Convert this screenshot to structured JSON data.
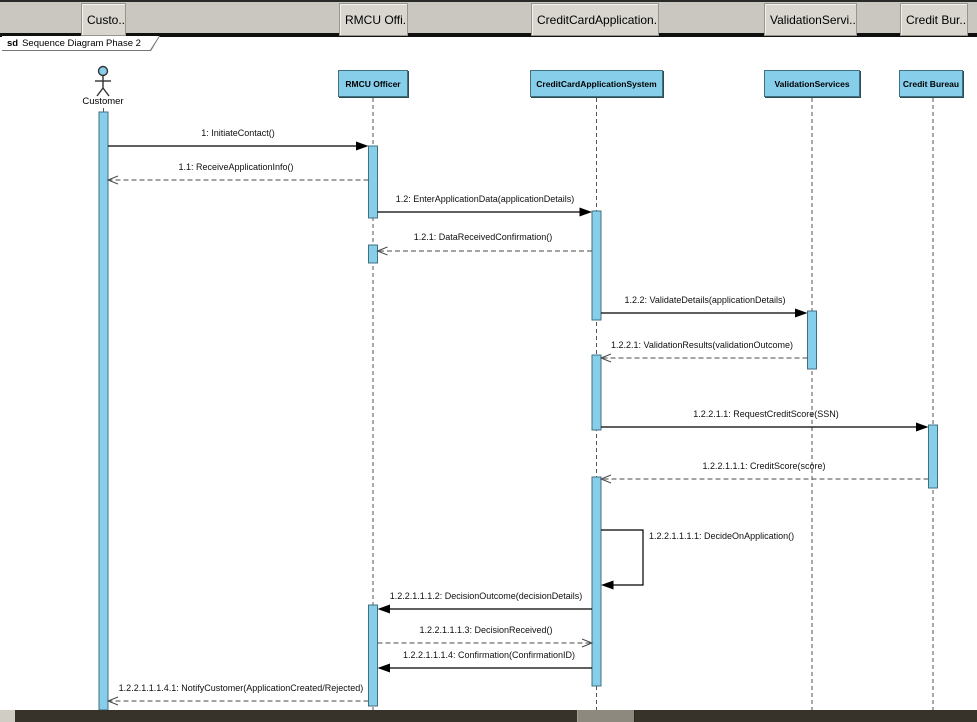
{
  "window": {
    "tabs": [
      {
        "label": "Custo..."
      },
      {
        "label": "RMCU Offi..."
      },
      {
        "label": "CreditCardApplication..."
      },
      {
        "label": "ValidationServi..."
      },
      {
        "label": "Credit Bur..."
      }
    ]
  },
  "frame": {
    "keyword": "sd",
    "title": "Sequence Diagram Phase 2"
  },
  "lifelines": [
    {
      "name": "Customer",
      "type": "actor"
    },
    {
      "name": "RMCU Officer",
      "type": "object"
    },
    {
      "name": "CreditCardApplicationSystem",
      "type": "object"
    },
    {
      "name": "ValidationServices",
      "type": "object"
    },
    {
      "name": "Credit Bureau",
      "type": "object"
    }
  ],
  "messages": [
    {
      "label": "1: InitiateContact()",
      "from": "Customer",
      "to": "RMCU Officer",
      "kind": "sync"
    },
    {
      "label": "1.1: ReceiveApplicationInfo()",
      "from": "RMCU Officer",
      "to": "Customer",
      "kind": "return"
    },
    {
      "label": "1.2: EnterApplicationData(applicationDetails)",
      "from": "RMCU Officer",
      "to": "CreditCardApplicationSystem",
      "kind": "sync"
    },
    {
      "label": "1.2.1: DataReceivedConfirmation()",
      "from": "CreditCardApplicationSystem",
      "to": "RMCU Officer",
      "kind": "return"
    },
    {
      "label": "1.2.2: ValidateDetails(applicationDetails)",
      "from": "CreditCardApplicationSystem",
      "to": "ValidationServices",
      "kind": "sync"
    },
    {
      "label": "1.2.2.1: ValidationResults(validationOutcome)",
      "from": "ValidationServices",
      "to": "CreditCardApplicationSystem",
      "kind": "return"
    },
    {
      "label": "1.2.2.1.1: RequestCreditScore(SSN)",
      "from": "CreditCardApplicationSystem",
      "to": "Credit Bureau",
      "kind": "sync"
    },
    {
      "label": "1.2.2.1.1.1: CreditScore(score)",
      "from": "Credit Bureau",
      "to": "CreditCardApplicationSystem",
      "kind": "return"
    },
    {
      "label": "1.2.2.1.1.1.1: DecideOnApplication()",
      "from": "CreditCardApplicationSystem",
      "to": "CreditCardApplicationSystem",
      "kind": "self"
    },
    {
      "label": "1.2.2.1.1.1.2: DecisionOutcome(decisionDetails)",
      "from": "CreditCardApplicationSystem",
      "to": "RMCU Officer",
      "kind": "sync"
    },
    {
      "label": "1.2.2.1.1.1.3: DecisionReceived()",
      "from": "RMCU Officer",
      "to": "CreditCardApplicationSystem",
      "kind": "return"
    },
    {
      "label": "1.2.2.1.1.1.4: Confirmation(ConfirmationID)",
      "from": "CreditCardApplicationSystem",
      "to": "RMCU Officer",
      "kind": "sync"
    },
    {
      "label": "1.2.2.1.1.1.4.1: NotifyCustomer(ApplicationCreated/Rejected)",
      "from": "RMCU Officer",
      "to": "Customer",
      "kind": "return"
    }
  ],
  "colors": {
    "lifeline_fill": "#87CEEB",
    "lifeline_border": "#41707F",
    "topbar_bg": "#CAC7C0",
    "bottombar_bg": "#37332A",
    "scroll_thumb": "#8E897E"
  }
}
